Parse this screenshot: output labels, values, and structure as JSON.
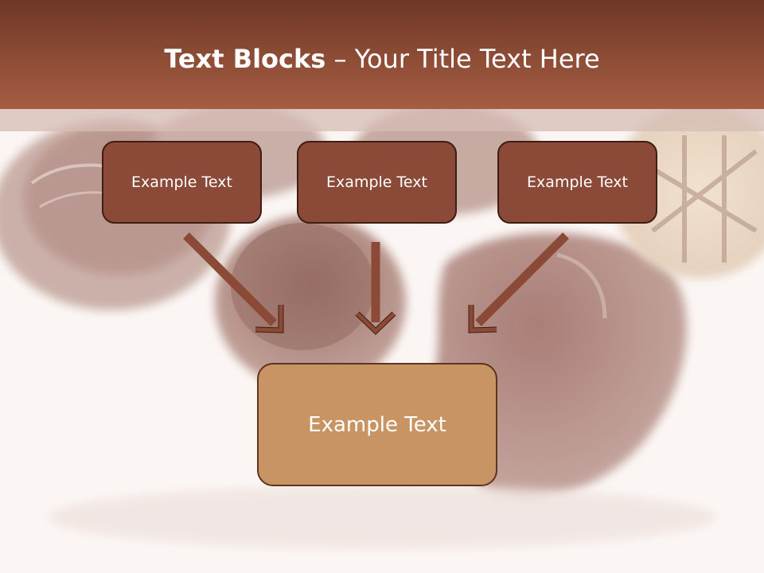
{
  "slide": {
    "title_bold": "Text Blocks",
    "title_rest": " – Your Title Text Here"
  },
  "blocks": {
    "top": [
      "Example Text",
      "Example Text",
      "Example Text"
    ],
    "bottom": "Example Text"
  },
  "colors": {
    "title_band": "#8e4d36",
    "top_box_fill": "#8b4a37",
    "bottom_box_fill": "#c99463",
    "arrow": "#8a4a36",
    "box_border": "#3e1d12"
  }
}
